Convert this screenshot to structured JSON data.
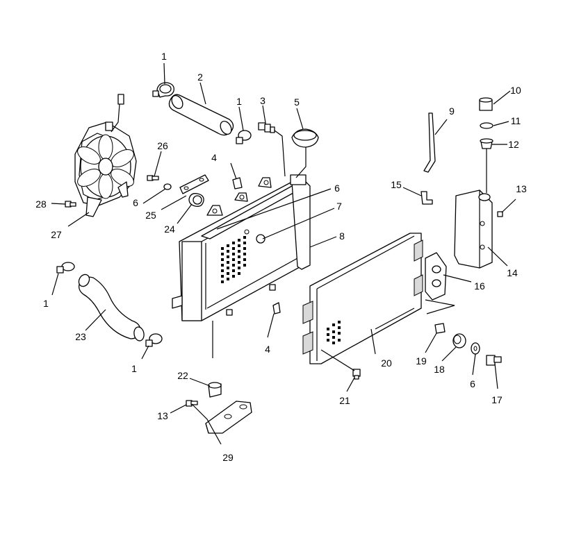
{
  "callouts": [
    {
      "id": "c1a",
      "label": "1"
    },
    {
      "id": "c2",
      "label": "2"
    },
    {
      "id": "c1b",
      "label": "1"
    },
    {
      "id": "c3",
      "label": "3"
    },
    {
      "id": "c5",
      "label": "5"
    },
    {
      "id": "c26",
      "label": "26"
    },
    {
      "id": "c4a",
      "label": "4"
    },
    {
      "id": "c6a",
      "label": "6"
    },
    {
      "id": "c28",
      "label": "28"
    },
    {
      "id": "c6b",
      "label": "6"
    },
    {
      "id": "c25",
      "label": "25"
    },
    {
      "id": "c7",
      "label": "7"
    },
    {
      "id": "c24",
      "label": "24"
    },
    {
      "id": "c27",
      "label": "27"
    },
    {
      "id": "c8",
      "label": "8"
    },
    {
      "id": "c1c",
      "label": "1"
    },
    {
      "id": "c23",
      "label": "23"
    },
    {
      "id": "c1d",
      "label": "1"
    },
    {
      "id": "c4b",
      "label": "4"
    },
    {
      "id": "c22",
      "label": "22"
    },
    {
      "id": "c13a",
      "label": "13"
    },
    {
      "id": "c29",
      "label": "29"
    },
    {
      "id": "c9",
      "label": "9"
    },
    {
      "id": "c10",
      "label": "10"
    },
    {
      "id": "c11",
      "label": "11"
    },
    {
      "id": "c12",
      "label": "12"
    },
    {
      "id": "c15",
      "label": "15"
    },
    {
      "id": "c13b",
      "label": "13"
    },
    {
      "id": "c14",
      "label": "14"
    },
    {
      "id": "c16",
      "label": "16"
    },
    {
      "id": "c20",
      "label": "20"
    },
    {
      "id": "c19",
      "label": "19"
    },
    {
      "id": "c18",
      "label": "18"
    },
    {
      "id": "c6c",
      "label": "6"
    },
    {
      "id": "c17",
      "label": "17"
    },
    {
      "id": "c21",
      "label": "21"
    }
  ]
}
